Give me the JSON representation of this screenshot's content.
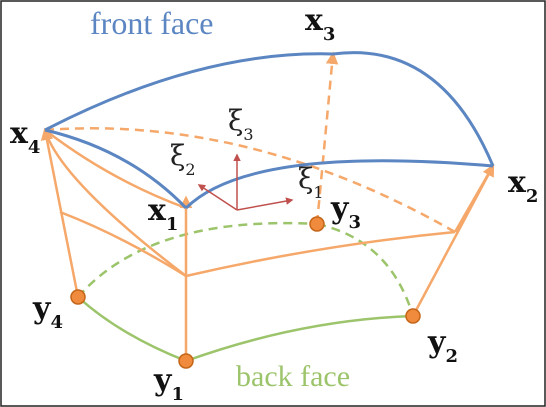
{
  "colors": {
    "front": "#5b86c2",
    "orange": "#f5a86a",
    "back": "#9cc46b",
    "marker_fill": "#f08a3c",
    "marker_stroke": "#c46518",
    "axes": "#c0504d",
    "border": "#222222"
  },
  "labels": {
    "front_face": "front face",
    "back_face": "back face",
    "x1": {
      "main": "x",
      "sub": "1"
    },
    "x2": {
      "main": "x",
      "sub": "2"
    },
    "x3": {
      "main": "x",
      "sub": "3"
    },
    "x4": {
      "main": "x",
      "sub": "4"
    },
    "y1": {
      "main": "y",
      "sub": "1"
    },
    "y2": {
      "main": "y",
      "sub": "2"
    },
    "y3": {
      "main": "y",
      "sub": "3"
    },
    "y4": {
      "main": "y",
      "sub": "4"
    },
    "xi1": {
      "main": "ξ",
      "sub": "1"
    },
    "xi2": {
      "main": "ξ",
      "sub": "2"
    },
    "xi3": {
      "main": "ξ",
      "sub": "3"
    }
  }
}
